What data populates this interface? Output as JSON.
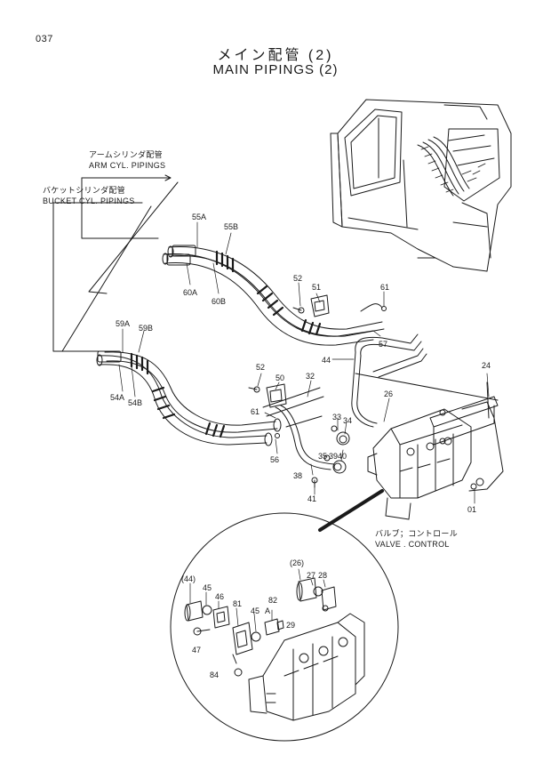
{
  "page_number": "037",
  "title_jp": "メイン配管 (2)",
  "title_en": "MAIN PIPINGS (2)",
  "callouts": {
    "arm_jp": "アームシリンダ配管",
    "arm_en": "ARM CYL. PIPINGS",
    "bucket_jp": "バケットシリンダ配管",
    "bucket_en": "BUCKET CYL. PIPINGS",
    "valve_jp": "バルブ；コントロール",
    "valve_en": "VALVE . CONTROL"
  },
  "part_labels": [
    "55A",
    "55B",
    "60A",
    "60B",
    "52",
    "51",
    "61",
    "57",
    "44",
    "24",
    "59A",
    "59B",
    "54A",
    "54B",
    "52",
    "50",
    "32",
    "61",
    "26",
    "33",
    "34",
    "56",
    "35",
    "3940",
    "38",
    "41",
    "01",
    "(26)",
    "27",
    "28",
    "(44)",
    "45",
    "46",
    "82",
    "A",
    "29",
    "81",
    "45",
    "47",
    "84"
  ]
}
